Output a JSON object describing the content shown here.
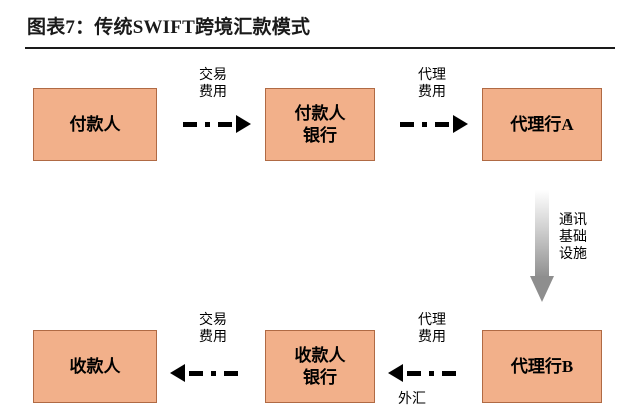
{
  "header": {
    "title": "图表7：传统SWIFT跨境汇款模式"
  },
  "diagram": {
    "type": "flow",
    "box_fill": "#f2b08a",
    "box_border": "#b06a44",
    "nodes": [
      {
        "id": "payer",
        "lines": [
          "付款人"
        ]
      },
      {
        "id": "payer_bank",
        "lines": [
          "付款人",
          "银行"
        ]
      },
      {
        "id": "agent_a",
        "lines": [
          "代理行A"
        ]
      },
      {
        "id": "agent_b",
        "lines": [
          "代理行B"
        ]
      },
      {
        "id": "payee_bank",
        "lines": [
          "收款人",
          "银行"
        ]
      },
      {
        "id": "payee",
        "lines": [
          "收款人"
        ]
      }
    ],
    "edges": [
      {
        "id": "e1",
        "from": "payer",
        "to": "payer_bank",
        "label": "交易\n费用",
        "label_lines": [
          "交易",
          "费用"
        ],
        "style": "dash-dot",
        "direction": "right"
      },
      {
        "id": "e2",
        "from": "payer_bank",
        "to": "agent_a",
        "label_lines": [
          "代理",
          "费用"
        ],
        "style": "dash-dot",
        "direction": "right"
      },
      {
        "id": "e3",
        "from": "agent_a",
        "to": "agent_b",
        "label_lines": [
          "通讯",
          "基础",
          "设施"
        ],
        "style": "gradient-solid",
        "direction": "down"
      },
      {
        "id": "e4",
        "from": "agent_b",
        "to": "payee_bank",
        "label_lines": [
          "代理",
          "费用"
        ],
        "style": "dash-dot",
        "direction": "left",
        "sub_label": "外汇"
      },
      {
        "id": "e5",
        "from": "payee_bank",
        "to": "payee",
        "label_lines": [
          "交易",
          "费用"
        ],
        "style": "dash-dot",
        "direction": "left"
      }
    ]
  },
  "labels": {
    "fee_top": {
      "l1": "交易",
      "l2": "费用"
    },
    "agent_top": {
      "l1": "代理",
      "l2": "费用"
    },
    "infra": {
      "l1": "通讯",
      "l2": "基础",
      "l3": "设施"
    },
    "fee_bottom": {
      "l1": "交易",
      "l2": "费用"
    },
    "agent_bottom": {
      "l1": "代理",
      "l2": "费用"
    },
    "fx": "外汇"
  },
  "boxes": {
    "payer": "付款人",
    "payer_bank_l1": "付款人",
    "payer_bank_l2": "银行",
    "agent_a": "代理行A",
    "agent_b": "代理行B",
    "payee_bank_l1": "收款人",
    "payee_bank_l2": "银行",
    "payee": "收款人"
  }
}
